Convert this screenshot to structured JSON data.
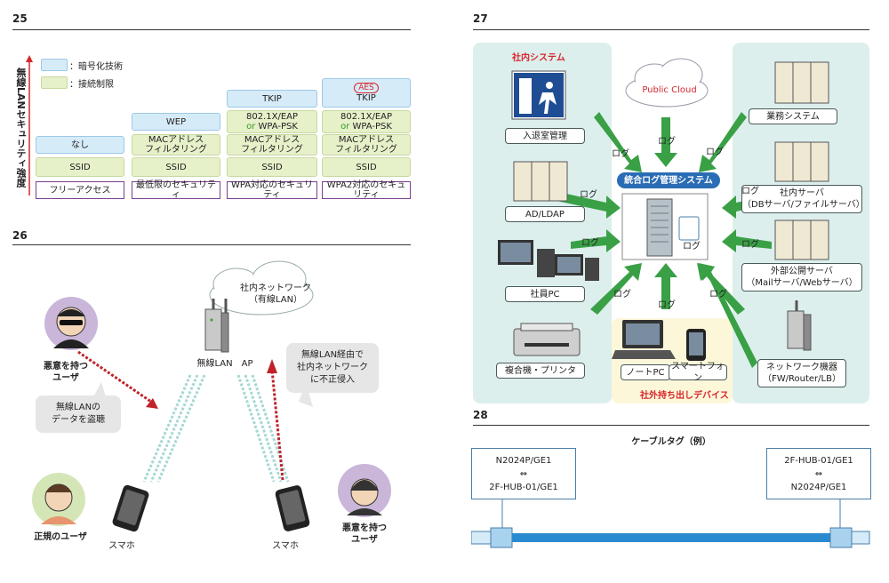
{
  "fig25": {
    "number": "25",
    "vertical_label": "無線LANセキュリティ強度",
    "legend": [
      {
        "color": "#d6ebf8",
        "label": "：暗号化技術"
      },
      {
        "color": "#e6f0c9",
        "label": "：接続制限"
      }
    ],
    "columns": [
      {
        "base": "フリーアクセス",
        "ssid": "SSID",
        "mid": "",
        "top": "なし"
      },
      {
        "base": "最低限のセキュリティ",
        "ssid": "SSID",
        "mid": "MACアドレス\nフィルタリング",
        "top": "WEP"
      },
      {
        "base": "WPA対応のセキュリティ",
        "ssid": "SSID",
        "mac": "MACアドレス\nフィルタリング",
        "auth1": "802.1X/EAP",
        "auth_or": "or",
        "auth2": "WPA-PSK",
        "top": "TKIP"
      },
      {
        "base": "WPA2対応のセキュリティ",
        "ssid": "SSID",
        "mac": "MACアドレス\nフィルタリング",
        "auth1": "802.1X/EAP",
        "auth_or": "or",
        "auth2": "WPA-PSK",
        "top": "TKIP",
        "badge": "AES"
      }
    ]
  },
  "fig26": {
    "number": "26",
    "cloud": "社内ネットワーク\n（有線LAN）",
    "ap": "無線LAN　AP",
    "bubble_left": "無線LANの\nデータを盗聴",
    "bubble_right": "無線LAN経由で\n社内ネットワーク\nに不正侵入",
    "attacker_left": "悪意を持つ\nユーザ",
    "attacker_right": "悪意を持つ\nユーザ",
    "legit_user": "正規のユーザ",
    "phone_left": "スマホ",
    "phone_right": "スマホ"
  },
  "fig27": {
    "number": "27",
    "internal_system": "社内システム",
    "public_cloud": "Public Cloud",
    "entry": "入退室管理",
    "ad": "AD/LDAP",
    "pc": "社員PC",
    "printer": "複合機・プリンタ",
    "business": "業務システム",
    "internal_server": "社内サーバ\n（DBサーバ/ファイルサーバ）",
    "public_server": "外部公開サーバ\n（Mailサーバ/Webサーバ）",
    "network": "ネットワーク機器\n（FW/Router/LB）",
    "notebook": "ノートPC",
    "smartphone": "スマートフォン",
    "mobile_devices": "社外持ち出しデバイス",
    "central": "統合ログ管理システム",
    "log": "ログ"
  },
  "fig28": {
    "number": "28",
    "title": "ケーブルタグ（例）",
    "left_tag": {
      "line1": "N2024P/GE1",
      "arrow": "⇔",
      "line2": "2F-HUB-01/GE1"
    },
    "right_tag": {
      "line1": "2F-HUB-01/GE1",
      "arrow": "⇔",
      "line2": "N2024P/GE1"
    }
  }
}
